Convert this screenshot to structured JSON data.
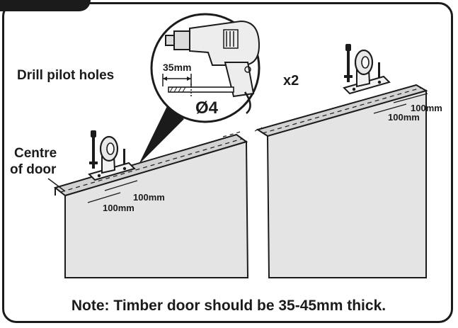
{
  "labels": {
    "drill_pilot_holes": "Drill pilot holes",
    "centre_line1": "Centre",
    "centre_line2": "of door",
    "drill_depth": "35mm",
    "bit_diameter": "Ø4",
    "quantity": "x2",
    "spacing_a_left": "100mm",
    "spacing_b_left": "100mm",
    "spacing_a_right": "100mm",
    "spacing_b_right": "100mm"
  },
  "note": "Note: Timber door should be 35-45mm thick.",
  "colors": {
    "ink": "#1b1b1b",
    "door_face": "#e4e4e4",
    "door_top": "#d2d2d2",
    "hardware": "#f2f2f2"
  }
}
